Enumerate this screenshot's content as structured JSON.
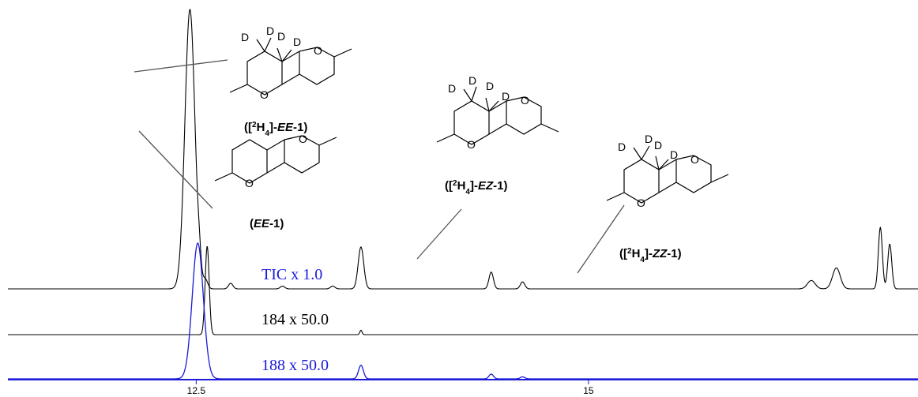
{
  "chart_data": {
    "type": "line",
    "title": "",
    "xlabel": "",
    "ylabel": "",
    "x_ticks": [
      12.5,
      15
    ],
    "xlim": [
      11.3,
      17.1
    ],
    "series": [
      {
        "name": "TIC x 1.0",
        "color": "#000000",
        "peaks": [
          {
            "rt": 12.46,
            "height": 1.0,
            "width": 0.045
          },
          {
            "rt": 12.52,
            "height": 0.05,
            "width": 0.015
          },
          {
            "rt": 12.56,
            "height": 0.03,
            "width": 0.02
          },
          {
            "rt": 12.72,
            "height": 0.02,
            "width": 0.02
          },
          {
            "rt": 13.05,
            "height": 0.01,
            "width": 0.02
          },
          {
            "rt": 13.37,
            "height": 0.01,
            "width": 0.02
          },
          {
            "rt": 13.55,
            "height": 0.15,
            "width": 0.025
          },
          {
            "rt": 14.38,
            "height": 0.06,
            "width": 0.02
          },
          {
            "rt": 14.58,
            "height": 0.025,
            "width": 0.02
          },
          {
            "rt": 16.42,
            "height": 0.03,
            "width": 0.035
          },
          {
            "rt": 16.58,
            "height": 0.075,
            "width": 0.035
          },
          {
            "rt": 16.86,
            "height": 0.22,
            "width": 0.018
          },
          {
            "rt": 16.92,
            "height": 0.16,
            "width": 0.018
          }
        ]
      },
      {
        "name": "184 x 50.0",
        "color": "#000000",
        "peaks": [
          {
            "rt": 12.57,
            "height": 1.0,
            "width": 0.018
          },
          {
            "rt": 13.55,
            "height": 0.05,
            "width": 0.01
          }
        ]
      },
      {
        "name": "188 x 50.0",
        "color": "#1a1ad8",
        "peaks": [
          {
            "rt": 12.51,
            "height": 1.0,
            "width": 0.05
          },
          {
            "rt": 13.55,
            "height": 0.1,
            "width": 0.022
          },
          {
            "rt": 14.38,
            "height": 0.035,
            "width": 0.02
          },
          {
            "rt": 14.58,
            "height": 0.015,
            "width": 0.02
          }
        ]
      }
    ]
  },
  "structures": {
    "ee_d4": {
      "label_pre": "([",
      "label_sup": "2",
      "label_mid": "H",
      "label_sub": "4",
      "label_post": "]-",
      "label_isomer": "EE",
      "label_end": "-1)",
      "atom_o": "O",
      "atom_d": "D"
    },
    "ee": {
      "label_pre": "(",
      "label_isomer": "EE",
      "label_end": "-1)",
      "atom_o": "O"
    },
    "ez_d4": {
      "label_pre": "([",
      "label_sup": "2",
      "label_mid": "H",
      "label_sub": "4",
      "label_post": "]-",
      "label_isomer": "EZ",
      "label_end": "-1)",
      "atom_o": "O",
      "atom_d": "D"
    },
    "zz_d4": {
      "label_pre": "([",
      "label_sup": "2",
      "label_mid": "H",
      "label_sub": "4",
      "label_post": "]-",
      "label_isomer": "ZZ",
      "label_end": "-1)",
      "atom_o": "O",
      "atom_d": "D"
    }
  },
  "colors": {
    "tic": "#000000",
    "ion184": "#000000",
    "ion188": "#1a1ad8",
    "callout": "#555555"
  }
}
